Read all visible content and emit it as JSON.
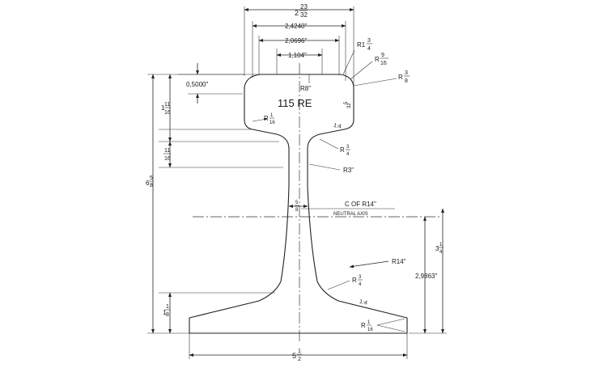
{
  "drawing": {
    "section_label": "115 RE",
    "dimensions": {
      "head_width_whole": "2",
      "head_width_frac_num": "23",
      "head_width_frac_den": "32",
      "head_width_2": "2,4240\"",
      "head_width_3": "2,0696\"",
      "head_width_4": "1,104\"",
      "top_offset": "0,5000\"",
      "head_radius": "R8\"",
      "head_depth_whole": "1",
      "head_depth_num": "11",
      "head_depth_den": "16",
      "web_top_num": "11",
      "web_top_den": "16",
      "overall_height_whole": "6",
      "overall_height_num": "5",
      "overall_height_den": "8",
      "base_thickness_whole": "1",
      "base_thickness_num": "1",
      "base_thickness_den": "8",
      "base_width_whole": "5",
      "base_width_num": "1",
      "base_width_den": "2",
      "neutral_to_base_whole": "3",
      "neutral_to_base_num": "1",
      "neutral_to_base_den": "4",
      "neutral_to_base_dec": "2,9863\"",
      "web_thickness_num": "5",
      "web_thickness_den": "8",
      "r_corner_1_whole": "R1",
      "r_corner_1_num": "3",
      "r_corner_1_den": "4",
      "r_corner_2_prefix": "R",
      "r_corner_2_num": "9",
      "r_corner_2_den": "16",
      "r_corner_3_prefix": "R",
      "r_corner_3_num": "3",
      "r_corner_3_den": "8",
      "r_head_under_prefix": "R",
      "r_head_under_num": "1",
      "r_head_under_den": "16",
      "r_fillet_top_prefix": "R",
      "r_fillet_top_num": "3",
      "r_fillet_top_den": "4",
      "r_web": "R3\"",
      "r_web_center": "C OF R14\"",
      "neutral_axis": "NEUTRAL AXIS",
      "r_web_lower": "R14\"",
      "r_fillet_bottom_prefix": "R",
      "r_fillet_bottom_num": "3",
      "r_fillet_bottom_den": "4",
      "r_base_tip_prefix": "R",
      "r_base_tip_num": "1",
      "r_base_tip_den": "16",
      "slope_head": "1:4",
      "slope_base": "1:4",
      "head_side_num": "5",
      "head_side_den": "32"
    }
  }
}
